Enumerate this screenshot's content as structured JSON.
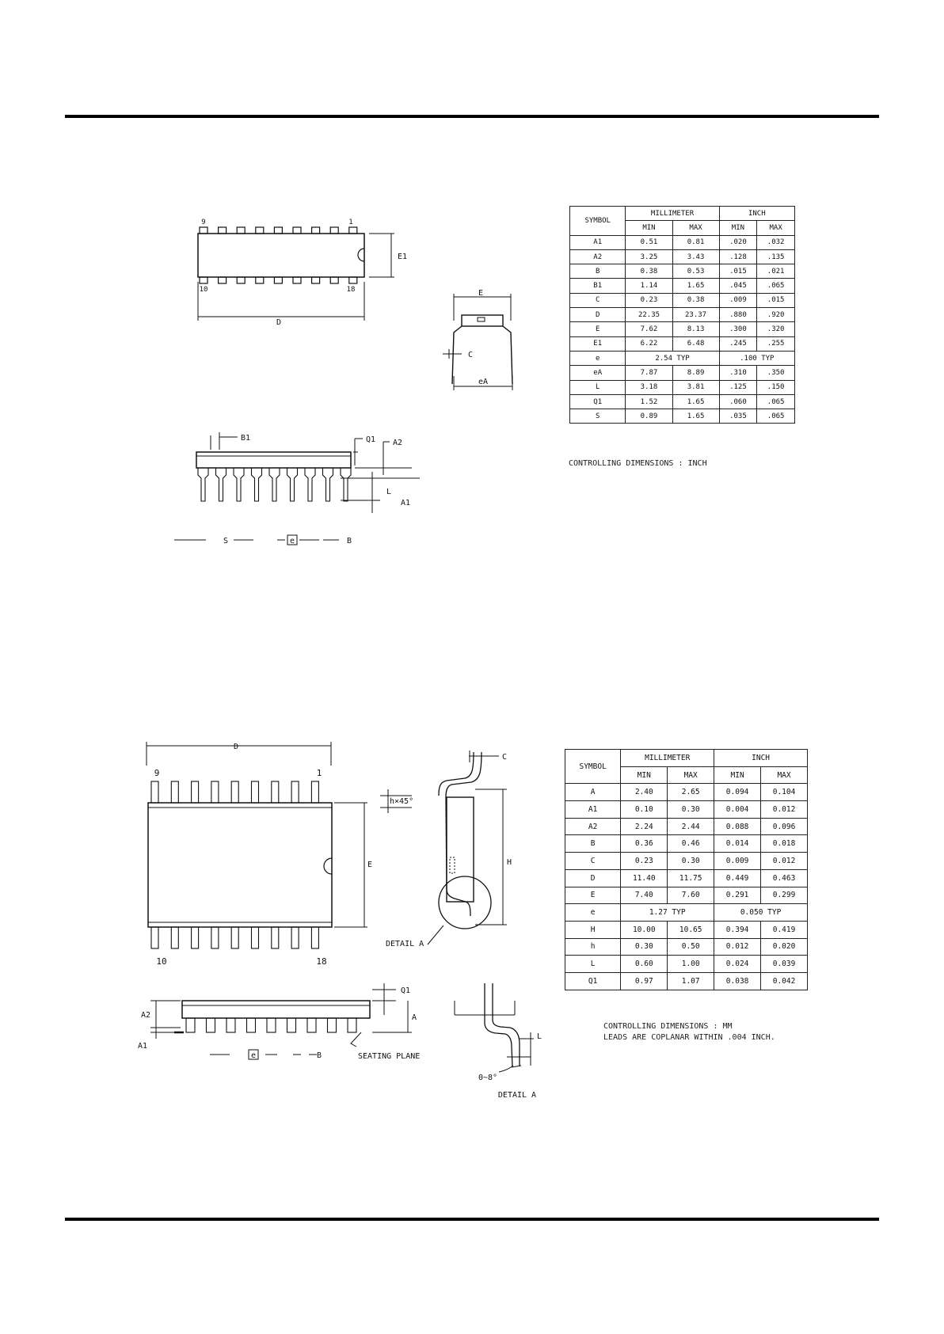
{
  "dip": {
    "top_view": {
      "pin_left_top": "9",
      "pin_right_top": "1",
      "pin_left_bottom": "10",
      "pin_right_bottom": "18",
      "label_D": "D",
      "label_E1": "E1"
    },
    "end_view": {
      "label_E": "E",
      "label_C": "C",
      "label_eA": "eA"
    },
    "side_view": {
      "label_B1": "B1",
      "label_Q1": "Q1",
      "label_A2": "A2",
      "label_L": "L",
      "label_A1": "A1",
      "label_S": "S",
      "label_e": "e",
      "label_B": "B"
    },
    "table": {
      "headers": {
        "symbol": "SYMBOL",
        "mm": "MILLIMETER",
        "inch": "INCH",
        "min": "MIN",
        "max": "MAX"
      },
      "rows": [
        {
          "sym": "A1",
          "mm_min": "0.51",
          "mm_max": "0.81",
          "in_min": ".020",
          "in_max": ".032"
        },
        {
          "sym": "A2",
          "mm_min": "3.25",
          "mm_max": "3.43",
          "in_min": ".128",
          "in_max": ".135"
        },
        {
          "sym": "B",
          "mm_min": "0.38",
          "mm_max": "0.53",
          "in_min": ".015",
          "in_max": ".021"
        },
        {
          "sym": "B1",
          "mm_min": "1.14",
          "mm_max": "1.65",
          "in_min": ".045",
          "in_max": ".065"
        },
        {
          "sym": "C",
          "mm_min": "0.23",
          "mm_max": "0.38",
          "in_min": ".009",
          "in_max": ".015"
        },
        {
          "sym": "D",
          "mm_min": "22.35",
          "mm_max": "23.37",
          "in_min": ".880",
          "in_max": ".920"
        },
        {
          "sym": "E",
          "mm_min": "7.62",
          "mm_max": "8.13",
          "in_min": ".300",
          "in_max": ".320"
        },
        {
          "sym": "E1",
          "mm_min": "6.22",
          "mm_max": "6.48",
          "in_min": ".245",
          "in_max": ".255"
        },
        {
          "sym": "e",
          "mm_typ": "2.54 TYP",
          "in_typ": ".100 TYP"
        },
        {
          "sym": "eA",
          "mm_min": "7.87",
          "mm_max": "8.89",
          "in_min": ".310",
          "in_max": ".350"
        },
        {
          "sym": "L",
          "mm_min": "3.18",
          "mm_max": "3.81",
          "in_min": ".125",
          "in_max": ".150"
        },
        {
          "sym": "Q1",
          "mm_min": "1.52",
          "mm_max": "1.65",
          "in_min": ".060",
          "in_max": ".065"
        },
        {
          "sym": "S",
          "mm_min": "0.89",
          "mm_max": "1.65",
          "in_min": ".035",
          "in_max": ".065"
        }
      ]
    },
    "note": "CONTROLLING DIMENSIONS : INCH"
  },
  "sop": {
    "top_view": {
      "pin_left_top": "9",
      "pin_right_top": "1",
      "pin_left_bottom": "10",
      "pin_right_bottom": "18",
      "label_D": "D",
      "label_E": "E"
    },
    "end_view": {
      "label_C": "C",
      "label_h45": "h×45°",
      "label_H": "H",
      "label_detail": "DETAIL A"
    },
    "side_view": {
      "label_Q1": "Q1",
      "label_A2": "A2",
      "label_A": "A",
      "label_A1": "A1",
      "label_e": "e",
      "label_B": "B",
      "label_seating": "SEATING PLANE"
    },
    "detail": {
      "label_L": "L",
      "label_angle": "0~8°",
      "label_title": "DETAIL A"
    },
    "table": {
      "headers": {
        "symbol": "SYMBOL",
        "mm": "MILLIMETER",
        "inch": "INCH",
        "min": "MIN",
        "max": "MAX"
      },
      "rows": [
        {
          "sym": "A",
          "mm_min": "2.40",
          "mm_max": "2.65",
          "in_min": "0.094",
          "in_max": "0.104"
        },
        {
          "sym": "A1",
          "mm_min": "0.10",
          "mm_max": "0.30",
          "in_min": "0.004",
          "in_max": "0.012"
        },
        {
          "sym": "A2",
          "mm_min": "2.24",
          "mm_max": "2.44",
          "in_min": "0.088",
          "in_max": "0.096"
        },
        {
          "sym": "B",
          "mm_min": "0.36",
          "mm_max": "0.46",
          "in_min": "0.014",
          "in_max": "0.018"
        },
        {
          "sym": "C",
          "mm_min": "0.23",
          "mm_max": "0.30",
          "in_min": "0.009",
          "in_max": "0.012"
        },
        {
          "sym": "D",
          "mm_min": "11.40",
          "mm_max": "11.75",
          "in_min": "0.449",
          "in_max": "0.463"
        },
        {
          "sym": "E",
          "mm_min": "7.40",
          "mm_max": "7.60",
          "in_min": "0.291",
          "in_max": "0.299"
        },
        {
          "sym": "e",
          "mm_typ": "1.27 TYP",
          "in_typ": "0.050 TYP"
        },
        {
          "sym": "H",
          "mm_min": "10.00",
          "mm_max": "10.65",
          "in_min": "0.394",
          "in_max": "0.419"
        },
        {
          "sym": "h",
          "mm_min": "0.30",
          "mm_max": "0.50",
          "in_min": "0.012",
          "in_max": "0.020"
        },
        {
          "sym": "L",
          "mm_min": "0.60",
          "mm_max": "1.00",
          "in_min": "0.024",
          "in_max": "0.039"
        },
        {
          "sym": "Q1",
          "mm_min": "0.97",
          "mm_max": "1.07",
          "in_min": "0.038",
          "in_max": "0.042"
        }
      ]
    },
    "note_1": "CONTROLLING DIMENSIONS : MM",
    "note_2": "LEADS ARE COPLANAR WITHIN .004 INCH."
  }
}
